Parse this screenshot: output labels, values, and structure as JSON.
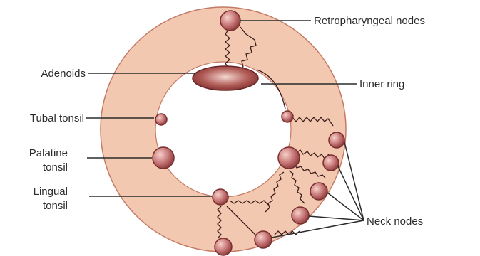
{
  "labels": {
    "retropharyngeal": "Retropharyngeal nodes",
    "adenoids": "Adenoids",
    "inner_ring": "Inner ring",
    "tubal_tonsil": "Tubal tonsil",
    "palatine_line1": "Palatine",
    "palatine_line2": "tonsil",
    "lingual_line1": "Lingual",
    "lingual_line2": "tonsil",
    "neck_nodes": "Neck nodes"
  },
  "colors": {
    "outer_ring": "#f3c8b0",
    "outer_ring_edge": "#c47a66",
    "inner_hole": "#ffffff",
    "node_fill": "#c9787a",
    "node_edge": "#7a2e2e",
    "adenoid": "#b05a55",
    "leader_line": "#2b2b2b",
    "vessel": "#3a1c1c"
  }
}
